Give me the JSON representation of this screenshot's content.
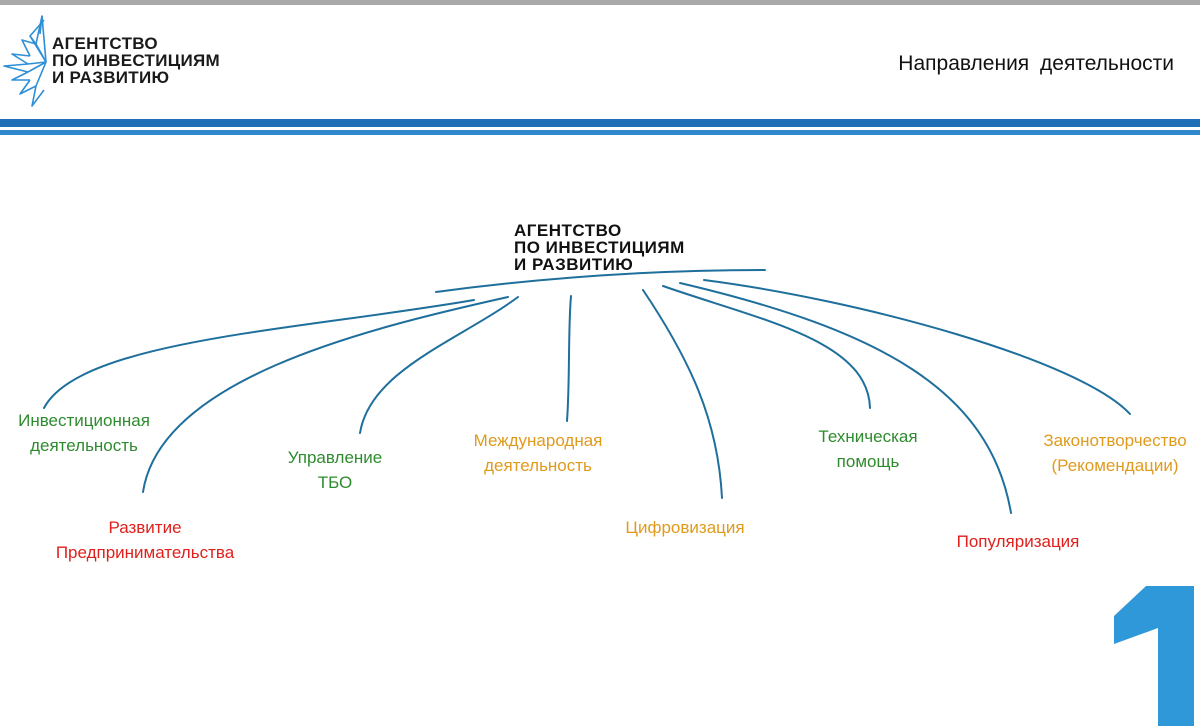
{
  "header": {
    "logo": {
      "name": "agency-logo",
      "line1": "АГЕНТСТВО",
      "line2": "ПО ИНВЕСТИЦИЯМ",
      "line3": "И РАЗВИТИЮ",
      "color": "#2d8fd6"
    },
    "title": "Направления деятельности"
  },
  "diagram": {
    "center": {
      "line1": "АГЕНТСТВО",
      "line2": "ПО ИНВЕСТИЦИЯМ",
      "line3": "И РАЗВИТИЮ"
    },
    "line_color": "#1f6f9c",
    "nodes": [
      {
        "id": "investment",
        "line1": "Инвестиционная",
        "line2": "деятельность",
        "color": "#2e8b2e"
      },
      {
        "id": "entrepreneurship",
        "line1": "Развитие",
        "line2": "Предпринимательства",
        "color": "#e0201c"
      },
      {
        "id": "tbo",
        "line1": "Управление",
        "line2": "ТБО",
        "color": "#2e8b2e"
      },
      {
        "id": "international",
        "line1": "Международная",
        "line2": "деятельность",
        "color": "#e09a1c"
      },
      {
        "id": "digitalization",
        "line1": "Цифровизация",
        "line2": "",
        "color": "#e09a1c"
      },
      {
        "id": "technical",
        "line1": "Техническая",
        "line2": "помощь",
        "color": "#2e8b2e"
      },
      {
        "id": "popularization",
        "line1": "Популяризация",
        "line2": "",
        "color": "#e0201c"
      },
      {
        "id": "lawmaking",
        "line1": "Законотворчество",
        "line2": "(Рекомендации)",
        "color": "#e09a1c"
      }
    ]
  },
  "slide_number": "1",
  "colors": {
    "accent_blue": "#1e6fb6",
    "number_blue": "#2f98d8"
  }
}
